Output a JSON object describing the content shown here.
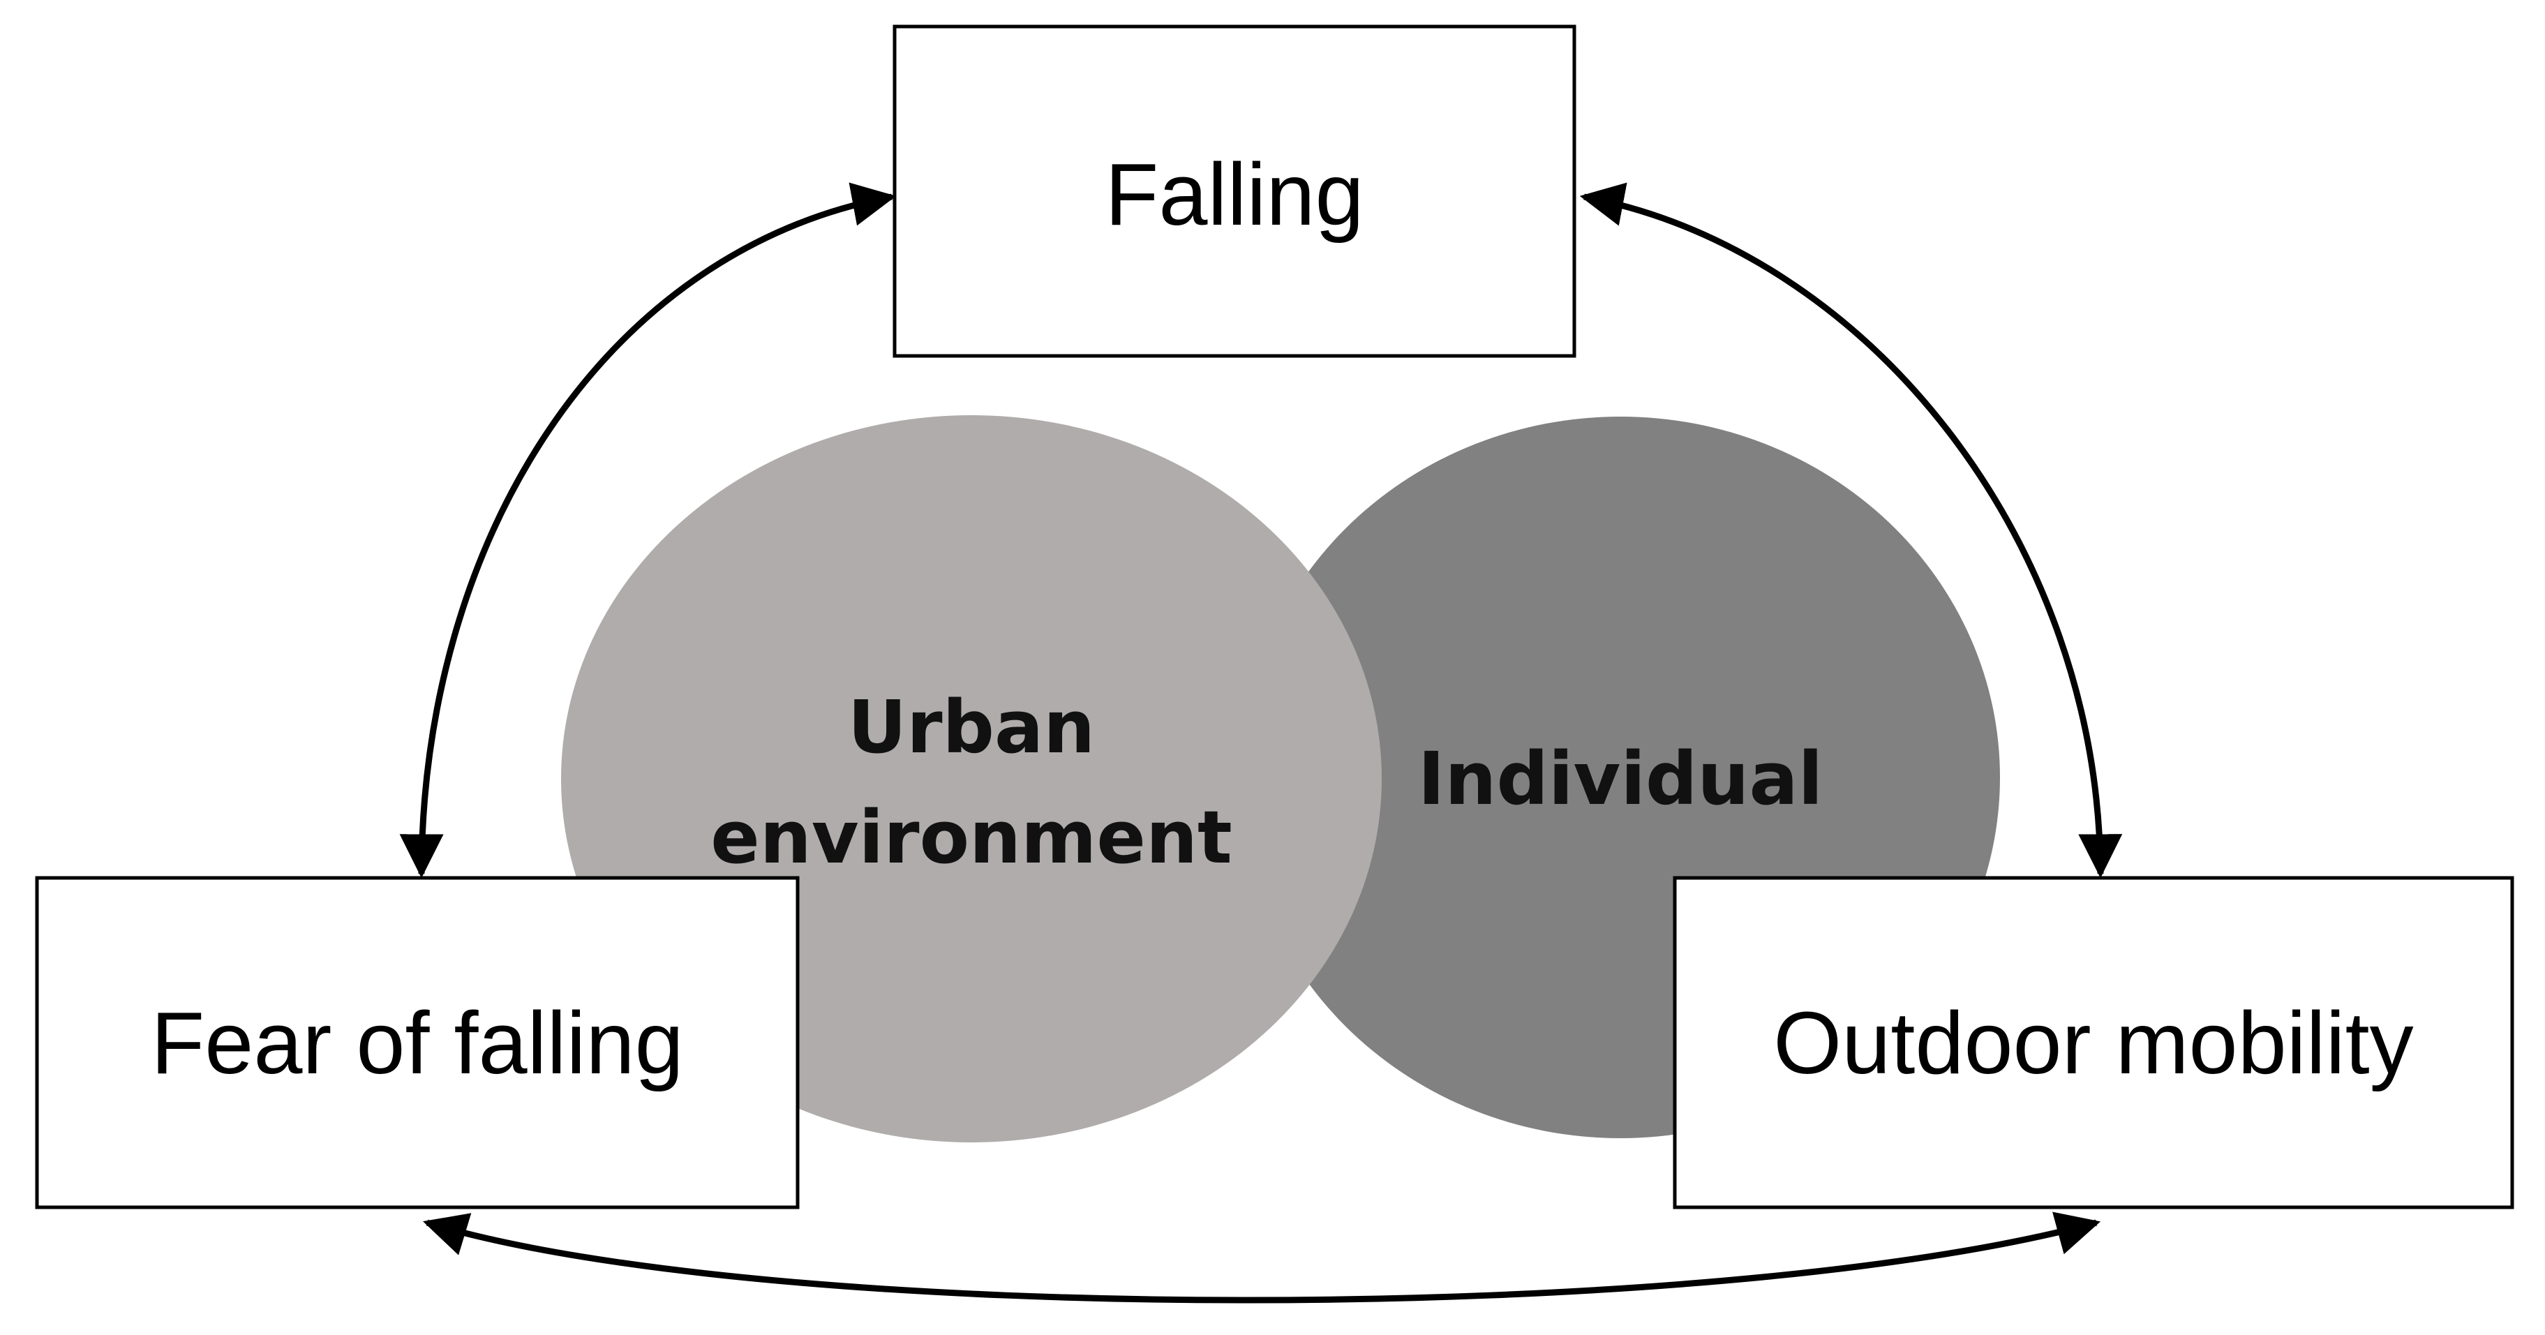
{
  "diagram": {
    "nodes": {
      "falling": {
        "label": "Falling"
      },
      "fear_of_falling": {
        "label": "Fear of falling"
      },
      "outdoor_mobility": {
        "label": "Outdoor mobility"
      }
    },
    "circles": {
      "urban_environment": {
        "label_line1": "Urban",
        "label_line2": "environment",
        "color": "#afacab"
      },
      "individual": {
        "label": "Individual",
        "color": "#818181"
      }
    },
    "connections": [
      {
        "from": "falling",
        "to": "fear_of_falling",
        "direction": "bidirectional"
      },
      {
        "from": "falling",
        "to": "outdoor_mobility",
        "direction": "bidirectional"
      },
      {
        "from": "fear_of_falling",
        "to": "outdoor_mobility",
        "direction": "bidirectional"
      }
    ],
    "colors": {
      "box_fill": "#ffffff",
      "box_stroke": "#000000",
      "arrow": "#000000"
    }
  }
}
